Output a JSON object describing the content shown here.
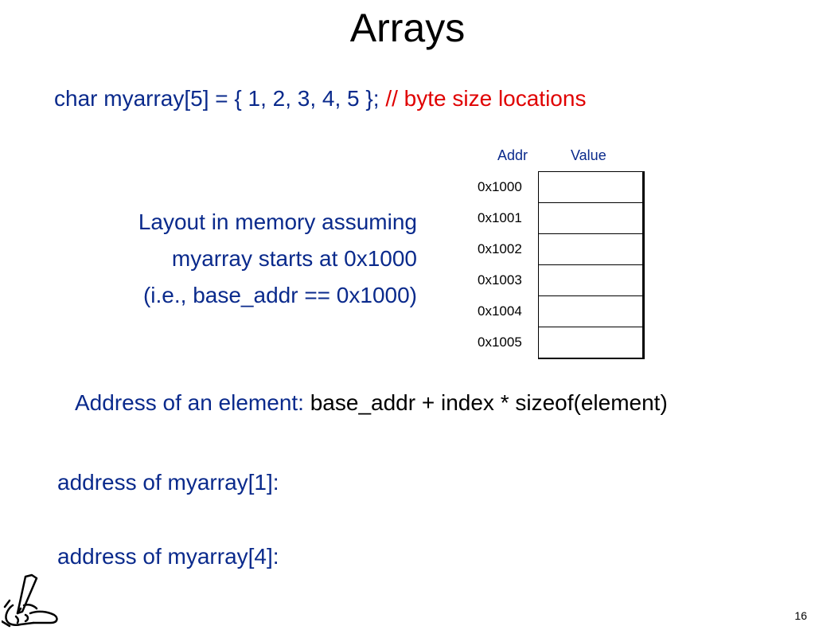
{
  "slide": {
    "title": "Arrays",
    "declaration": "char myarray[5]  = { 1, 2, 3, 4, 5 };  ",
    "declaration_comment": "// byte size locations",
    "table": {
      "header_addr": "Addr",
      "header_value": "Value",
      "rows": [
        {
          "addr": "0x1000",
          "value": ""
        },
        {
          "addr": "0x1001",
          "value": ""
        },
        {
          "addr": "0x1002",
          "value": ""
        },
        {
          "addr": "0x1003",
          "value": ""
        },
        {
          "addr": "0x1004",
          "value": ""
        },
        {
          "addr": "0x1005",
          "value": ""
        }
      ]
    },
    "layout_text": [
      "Layout in memory assuming",
      "myarray starts at 0x1000",
      "(i.e., base_addr == 0x1000)"
    ],
    "formula_label": "Address of an element: ",
    "formula_expr": "base_addr + index * sizeof(element)",
    "question_1": "address of myarray[1]:",
    "question_2": "address of myarray[4]:",
    "page_number": "16",
    "logo_icon": "hand-writing-logo-icon",
    "colors": {
      "text_blue": "#0a2a8c",
      "comment_red": "#e00000"
    }
  }
}
